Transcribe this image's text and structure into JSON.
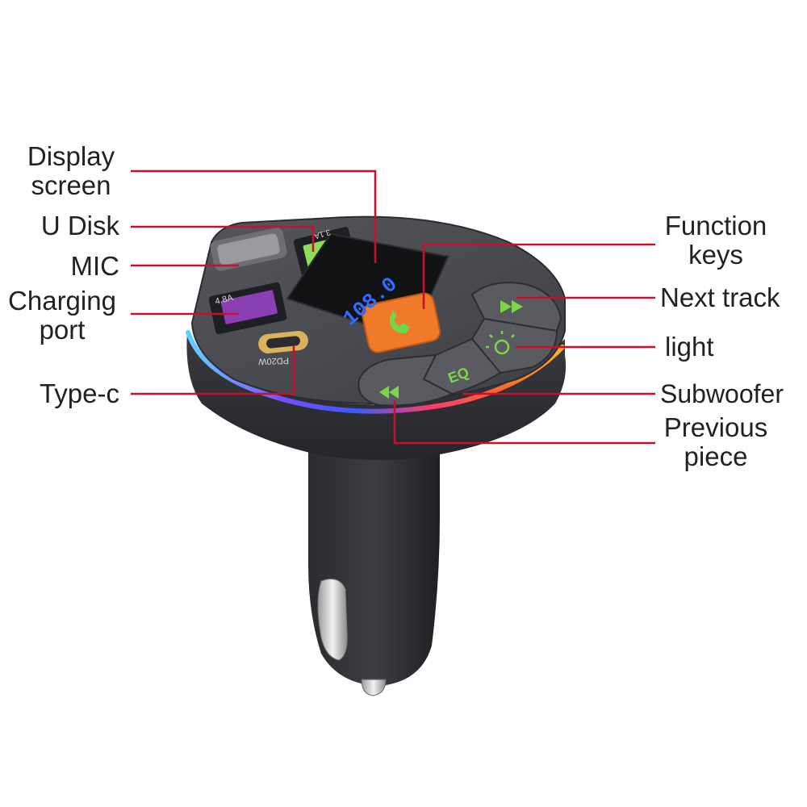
{
  "colors": {
    "leader_line": "#c8102e",
    "label_text": "#222222",
    "body_dark": "#2e2f33",
    "body_mid": "#45464b",
    "panel": "#4b4c51",
    "button_face": "#5a5b60",
    "function_key": "#f07a2a",
    "icon_green": "#7bd64a",
    "usb_green": "#8fdc5a",
    "usb_purple": "#8a3fb5",
    "typec_gold": "#d8b35a",
    "display_digits": "#2f6bff"
  },
  "labels": {
    "display_screen": [
      "Display",
      "screen"
    ],
    "u_disk": "U Disk",
    "mic": "MIC",
    "charging_port": [
      "Charging",
      "port"
    ],
    "type_c": "Type-c",
    "function_keys": [
      "Function",
      "keys"
    ],
    "next_track": "Next track",
    "light": "light",
    "subwoofer": "Subwoofer",
    "previous_piece": [
      "Previous",
      "piece"
    ]
  },
  "device": {
    "display_reading": "108.0",
    "usb_left_rating": "4.8A",
    "usb_top_rating": "3.1A",
    "typec_rating": "PD20W",
    "eq_key": "EQ"
  }
}
